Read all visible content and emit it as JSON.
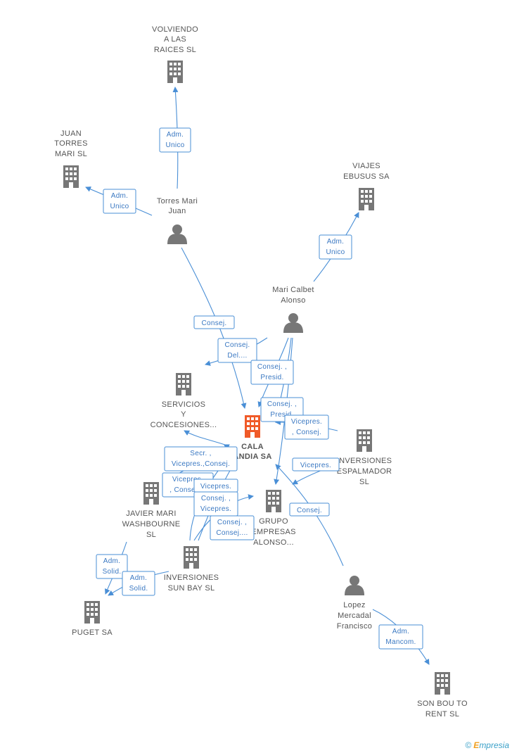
{
  "colors": {
    "edge": "#4a8fd6",
    "node": "#777777",
    "main_node": "#f05a28"
  },
  "nodes": [
    {
      "id": "volviendo",
      "type": "company",
      "lines": [
        "VOLVIENDO",
        "A LAS",
        "RAICES  SL"
      ]
    },
    {
      "id": "juantorres",
      "type": "company",
      "lines": [
        "JUAN",
        "TORRES",
        "MARI SL"
      ]
    },
    {
      "id": "torresmari",
      "type": "person",
      "lines": [
        "Torres Mari",
        "Juan"
      ]
    },
    {
      "id": "viajes",
      "type": "company",
      "lines": [
        "VIAJES",
        "EBUSUS SA"
      ]
    },
    {
      "id": "maricalbet",
      "type": "person",
      "lines": [
        "Mari Calbet",
        "Alonso"
      ]
    },
    {
      "id": "servicios",
      "type": "company",
      "lines": [
        "SERVICIOS",
        "Y",
        "CONCESIONES..."
      ]
    },
    {
      "id": "cala",
      "type": "company",
      "main": true,
      "lines": [
        "CALA",
        "ANDIA SA"
      ]
    },
    {
      "id": "espalmador",
      "type": "company",
      "lines": [
        "INVERSIONES",
        "ESPALMADOR",
        "SL"
      ]
    },
    {
      "id": "javier",
      "type": "company",
      "lines": [
        "JAVIER MARI",
        "WASHBOURNE",
        "SL"
      ]
    },
    {
      "id": "grupo",
      "type": "company",
      "lines": [
        "GRUPO",
        "EMPRESAS",
        "ALONSO..."
      ]
    },
    {
      "id": "sunbay",
      "type": "company",
      "lines": [
        "INVERSIONES",
        "SUN BAY SL"
      ]
    },
    {
      "id": "lopez",
      "type": "person",
      "lines": [
        "Lopez",
        "Mercadal",
        "Francisco"
      ]
    },
    {
      "id": "puget",
      "type": "company",
      "lines": [
        "PUGET SA"
      ]
    },
    {
      "id": "sonbou",
      "type": "company",
      "lines": [
        "SON BOU TO",
        "RENT SL"
      ]
    }
  ],
  "relations": [
    {
      "lines": [
        "Adm.",
        "Unico"
      ]
    },
    {
      "lines": [
        "Adm.",
        "Unico"
      ]
    },
    {
      "lines": [
        "Adm.",
        "Unico"
      ]
    },
    {
      "lines": [
        "Consej."
      ]
    },
    {
      "lines": [
        "Consej.",
        "Del...."
      ]
    },
    {
      "lines": [
        "Consej. ,",
        "Presid."
      ]
    },
    {
      "lines": [
        "Consej. ,",
        "Presid."
      ]
    },
    {
      "lines": [
        "Vicepres.",
        ", Consej."
      ]
    },
    {
      "lines": [
        "Secr. ,",
        "Vicepres.,Consej."
      ]
    },
    {
      "lines": [
        "Vicepres.",
        ", Consej...."
      ]
    },
    {
      "lines": [
        "Vicepres."
      ]
    },
    {
      "lines": [
        "Vicepres."
      ]
    },
    {
      "lines": [
        "Consej. ,",
        "Vicepres."
      ]
    },
    {
      "lines": [
        "Consej. ,",
        "Consej...."
      ]
    },
    {
      "lines": [
        "Consej."
      ]
    },
    {
      "lines": [
        "Adm.",
        "Solid."
      ]
    },
    {
      "lines": [
        "Adm.",
        "Solid."
      ]
    },
    {
      "lines": [
        "Adm.",
        "Mancom."
      ]
    }
  ],
  "watermark": {
    "symbol": "©",
    "first": "E",
    "rest": "mpresia"
  }
}
